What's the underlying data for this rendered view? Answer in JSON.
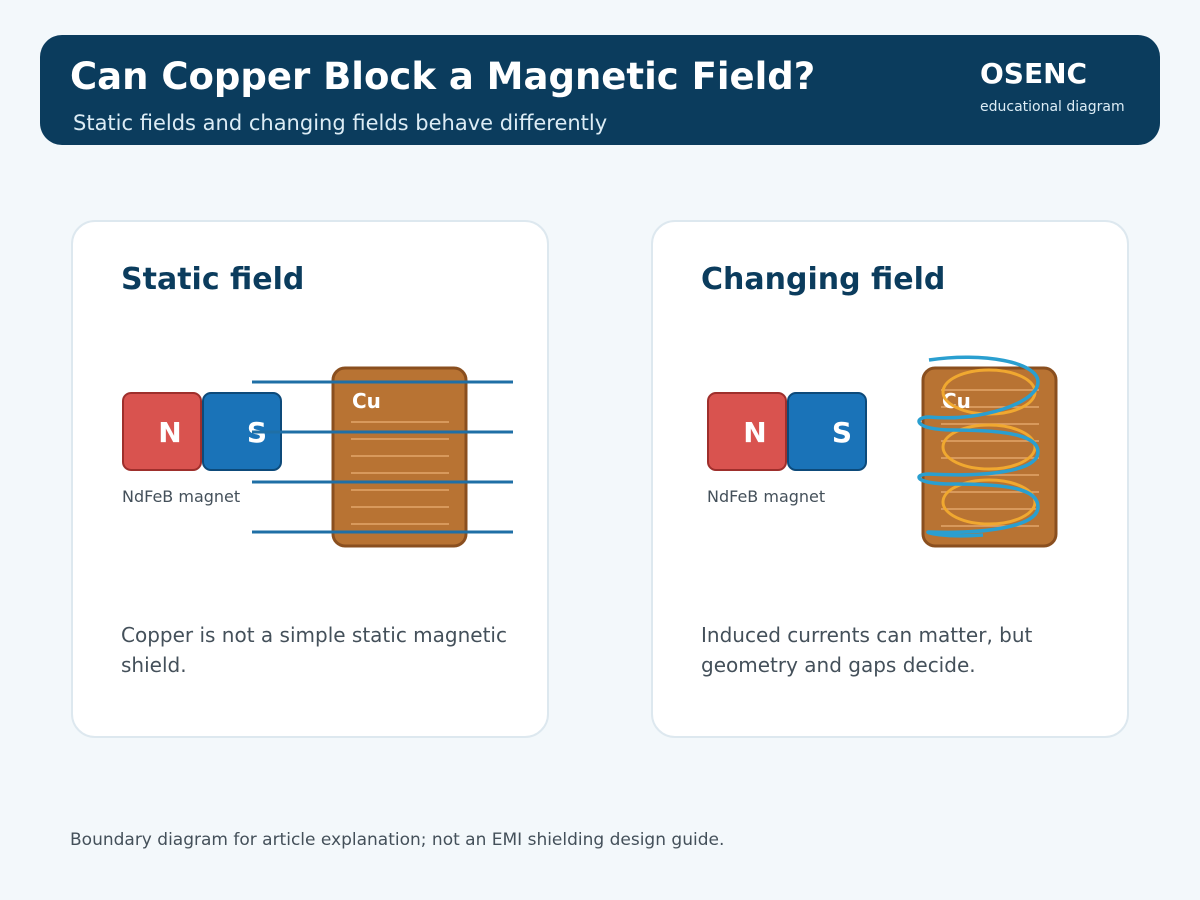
{
  "header": {
    "title": "Can Copper Block a Magnetic Field?",
    "subtitle": "Static fields and changing fields behave differently",
    "brand": "OSENC",
    "brand_tagline": "educational diagram"
  },
  "panels": [
    {
      "title": "Static field",
      "magnet": {
        "north_label": "N",
        "south_label": "S",
        "caption": "NdFeB magnet"
      },
      "block_label": "Cu",
      "caption": "Copper is not a simple static magnetic shield."
    },
    {
      "title": "Changing field",
      "magnet": {
        "north_label": "N",
        "south_label": "S",
        "caption": "NdFeB magnet"
      },
      "block_label": "Cu",
      "caption": "Induced currents can matter, but geometry and gaps decide."
    }
  ],
  "footer_note": "Boundary diagram for article explanation; not an EMI shielding design guide.",
  "colors": {
    "header_bg": "#0b3c5d",
    "north_pole": "#d9534f",
    "south_pole": "#1a73b8",
    "copper": "#b87333",
    "field_line": "#1f6fa6",
    "eddy_current": "#f0a830",
    "changing_field_loop": "#2a9fd0"
  }
}
